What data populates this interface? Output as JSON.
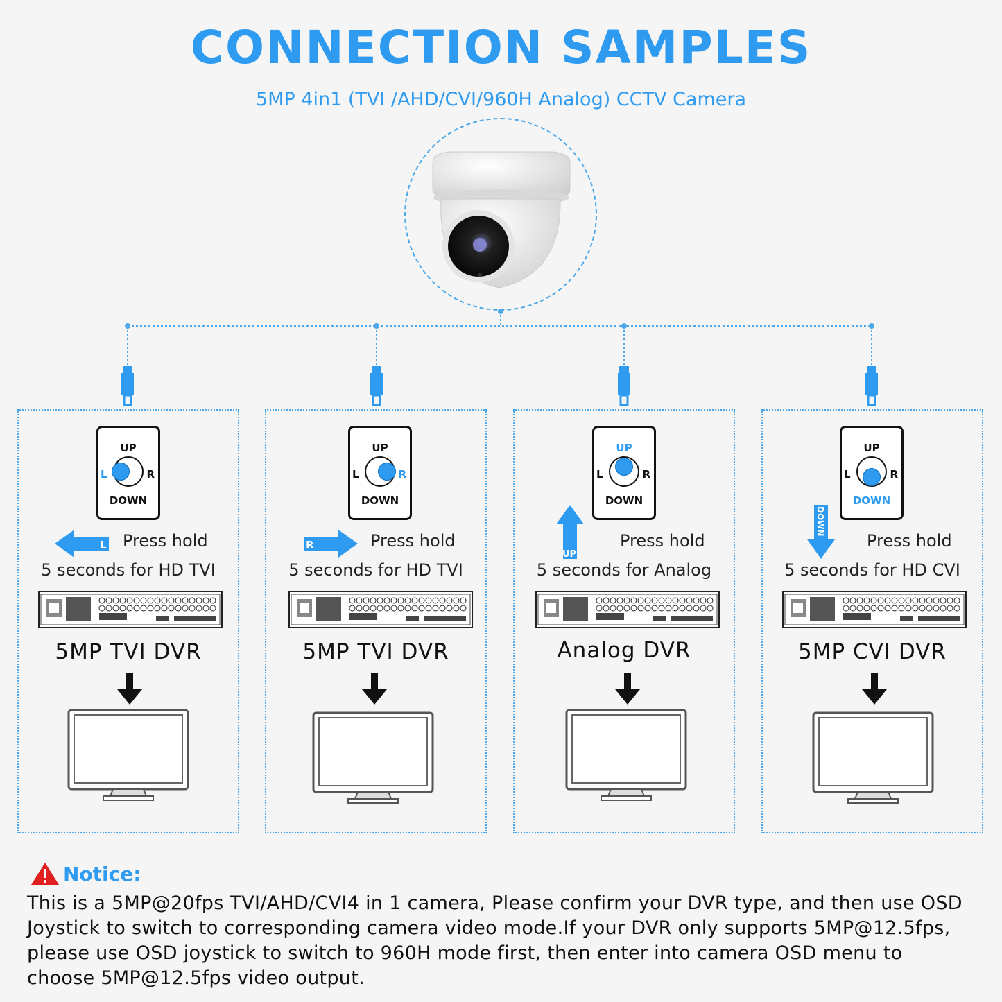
{
  "header": {
    "title": "CONNECTION SAMPLES",
    "subtitle": "5MP 4in1 (TVI /AHD/CVI/960H Analog) CCTV Camera"
  },
  "panels": [
    {
      "joystick": {
        "up": "UP",
        "down": "DOWN",
        "left": "L",
        "right": "R"
      },
      "arrow_tag": "L",
      "press": "Press hold",
      "seconds": "5 seconds for HD TVI",
      "dvr": "5MP TVI DVR"
    },
    {
      "joystick": {
        "up": "UP",
        "down": "DOWN",
        "left": "L",
        "right": "R"
      },
      "arrow_tag": "R",
      "press": "Press hold",
      "seconds": "5 seconds for HD TVI",
      "dvr": "5MP TVI DVR"
    },
    {
      "joystick": {
        "up": "UP",
        "down": "DOWN",
        "left": "L",
        "right": "R"
      },
      "arrow_tag": "UP",
      "press": "Press hold",
      "seconds": "5 seconds for Analog",
      "dvr": "Analog DVR"
    },
    {
      "joystick": {
        "up": "UP",
        "down": "DOWN",
        "left": "L",
        "right": "R"
      },
      "arrow_tag": "DOWN",
      "press": "Press hold",
      "seconds": "5 seconds for HD CVI",
      "dvr": "5MP CVI DVR"
    }
  ],
  "notice": {
    "title": "Notice:",
    "lines": [
      "This is a 5MP@20fps TVI/AHD/CVI4 in 1 camera, Please confirm your DVR type, and then use OSD",
      "Joystick to switch to corresponding camera video mode.If your DVR only supports 5MP@12.5fps,",
      "please use OSD joystick to switch to 960H mode first, then enter into camera OSD menu to",
      "choose 5MP@12.5fps  video output."
    ]
  },
  "colors": {
    "accent": "#2e9bf0",
    "warning": "#e02020",
    "text": "#111111"
  }
}
